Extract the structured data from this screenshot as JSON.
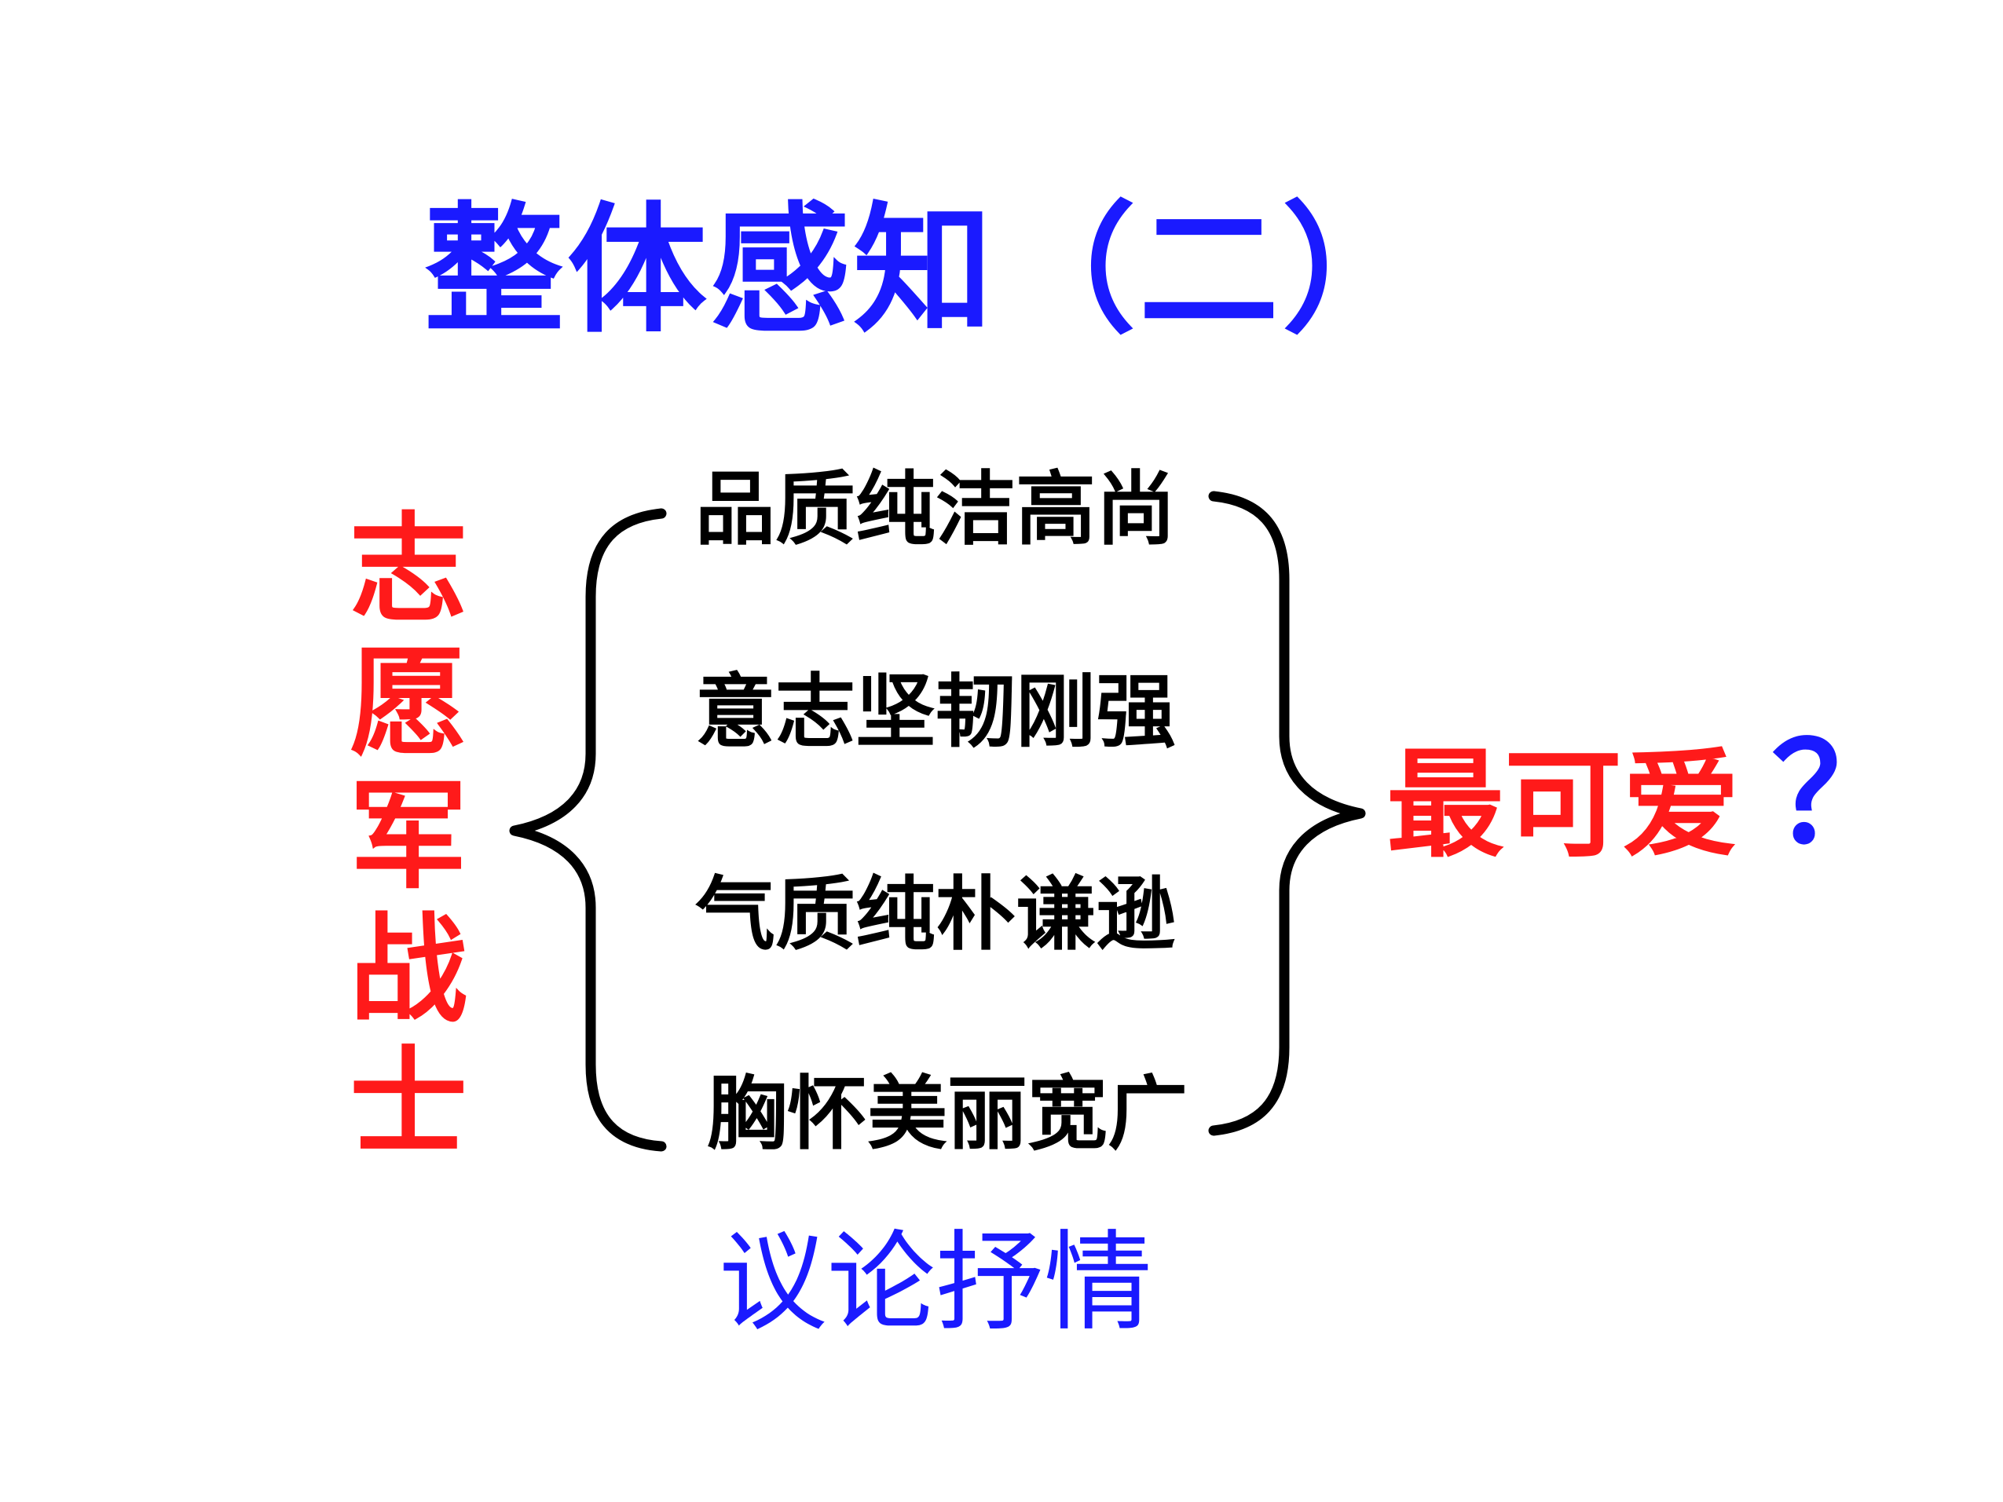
{
  "slide": {
    "title": "整体感知（二）",
    "subject_chars": [
      "志",
      "愿",
      "军",
      "战",
      "士"
    ],
    "qualities": [
      "品质纯洁高尚",
      "意志坚韧刚强",
      "气质纯朴谦逊",
      "胸怀美丽宽广"
    ],
    "conclusion": "最可爱",
    "question_mark": "？",
    "method": "议论抒情"
  },
  "colors": {
    "title": "#1a1aff",
    "subject": "#ff1a1a",
    "qualities": "#000000",
    "conclusion": "#ff1a1a",
    "question_mark": "#1a1aff",
    "method": "#1a1aff",
    "brace": "#000000"
  },
  "icons": {
    "left_brace": "left-curly-brace",
    "right_brace": "right-curly-brace"
  }
}
